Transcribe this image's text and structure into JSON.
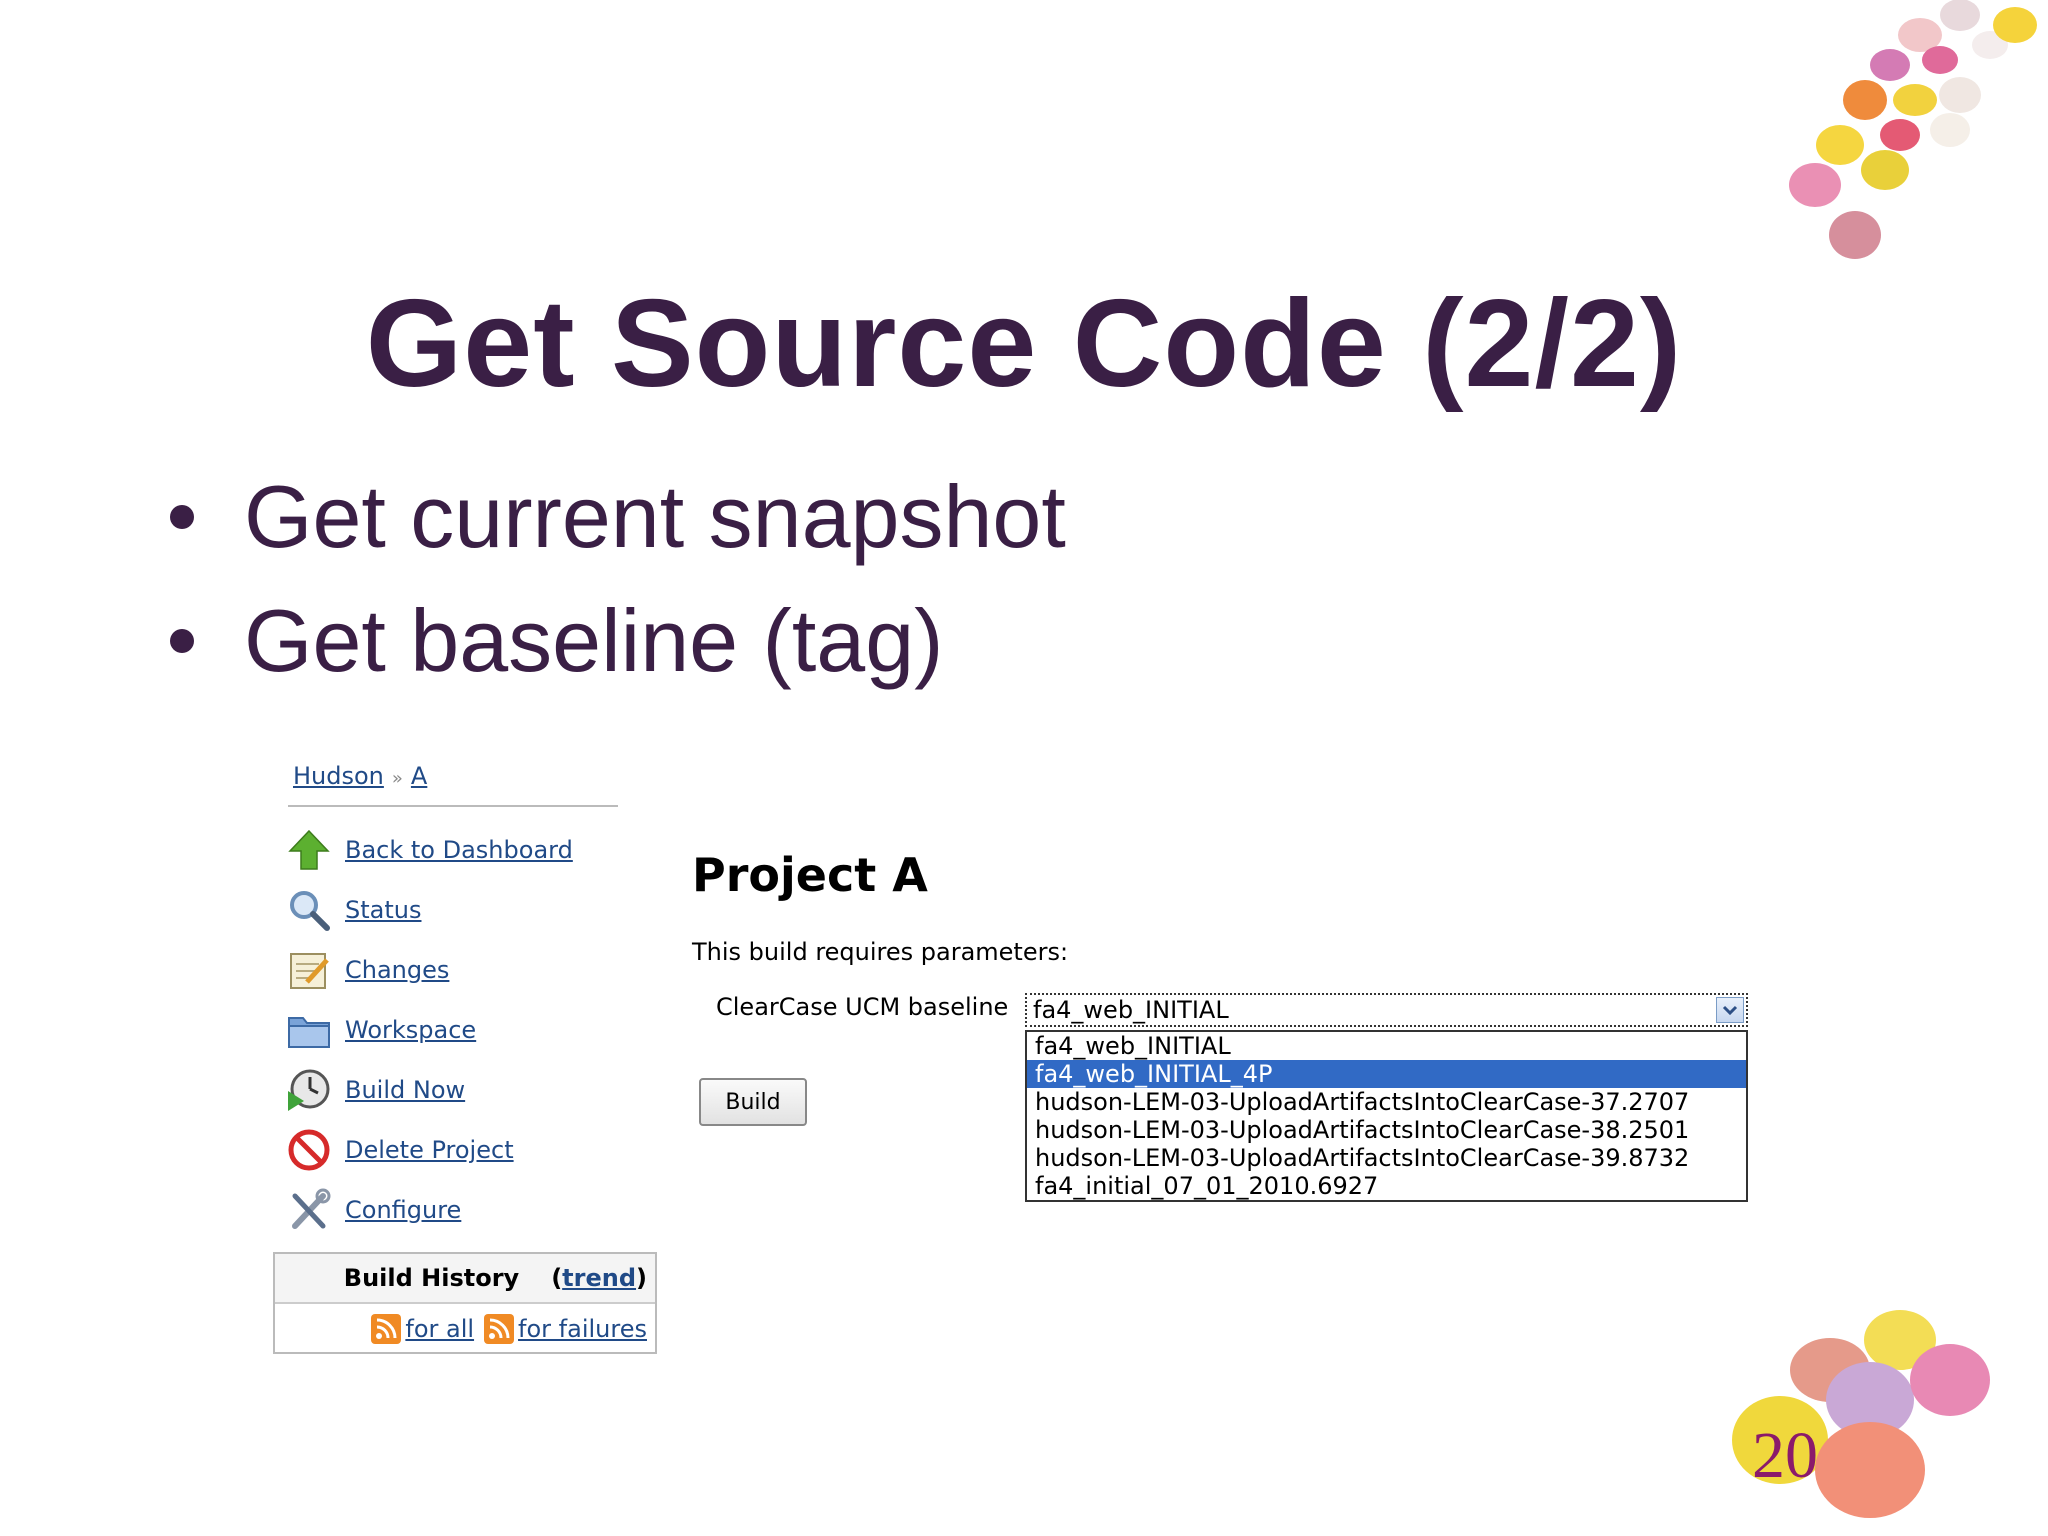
{
  "slide": {
    "title": "Get Source Code (2/2)",
    "bullets": [
      "Get current snapshot",
      "Get baseline (tag)"
    ],
    "page_number": "20"
  },
  "breadcrumb": {
    "root": "Hudson",
    "separator": "»",
    "current": "A"
  },
  "sidebar": {
    "items": [
      {
        "label": "Back to Dashboard",
        "icon": "up-arrow-icon"
      },
      {
        "label": "Status",
        "icon": "magnifier-icon"
      },
      {
        "label": "Changes",
        "icon": "notepad-icon"
      },
      {
        "label": "Workspace",
        "icon": "folder-icon"
      },
      {
        "label": "Build Now",
        "icon": "clock-play-icon"
      },
      {
        "label": "Delete Project",
        "icon": "no-entry-icon"
      },
      {
        "label": "Configure",
        "icon": "tools-icon"
      }
    ]
  },
  "build_history": {
    "title": "Build History",
    "trend_open": "(",
    "trend_link": "trend",
    "trend_close": ")",
    "for_all": "for all",
    "for_failures": "for failures"
  },
  "main": {
    "project_title": "Project A",
    "subtitle": "This build requires parameters:",
    "param_label": "ClearCase UCM baseline",
    "selected_value": "fa4_web_INITIAL",
    "options": [
      "fa4_web_INITIAL",
      "fa4_web_INITIAL_4P",
      "hudson-LEM-03-UploadArtifactsIntoClearCase-37.2707",
      "hudson-LEM-03-UploadArtifactsIntoClearCase-38.2501",
      "hudson-LEM-03-UploadArtifactsIntoClearCase-39.8732",
      "fa4_initial_07_01_2010.6927"
    ],
    "highlighted_option": "fa4_web_INITIAL_4P",
    "build_button": "Build"
  },
  "colors": {
    "title": "#3a1f45",
    "link": "#204a87",
    "highlight": "#316ac5",
    "page_number": "#8b1a6b"
  }
}
